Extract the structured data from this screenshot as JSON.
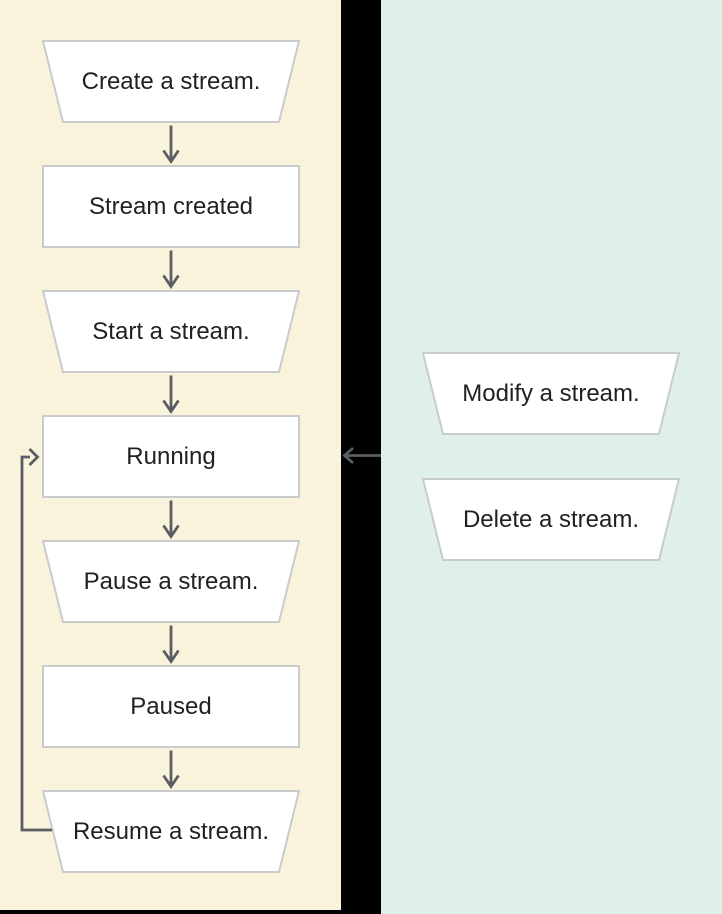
{
  "diagram": {
    "description": "Stream lifecycle flowchart",
    "left_panel": {
      "nodes": [
        {
          "id": "create",
          "shape": "trapezoid",
          "label": "Create a stream."
        },
        {
          "id": "created",
          "shape": "rect",
          "label": "Stream created"
        },
        {
          "id": "start",
          "shape": "trapezoid",
          "label": "Start a stream."
        },
        {
          "id": "running",
          "shape": "rect",
          "label": "Running"
        },
        {
          "id": "pause",
          "shape": "trapezoid",
          "label": "Pause a stream."
        },
        {
          "id": "paused",
          "shape": "rect",
          "label": "Paused"
        },
        {
          "id": "resume",
          "shape": "trapezoid",
          "label": "Resume a stream."
        }
      ]
    },
    "right_panel": {
      "nodes": [
        {
          "id": "modify",
          "shape": "trapezoid",
          "label": "Modify a stream."
        },
        {
          "id": "delete",
          "shape": "trapezoid",
          "label": "Delete a stream."
        }
      ]
    },
    "connectors": {
      "down_arrows": [
        {
          "from": "Create a stream.",
          "to": "Stream created"
        },
        {
          "from": "Stream created",
          "to": "Start a stream."
        },
        {
          "from": "Start a stream.",
          "to": "Running"
        },
        {
          "from": "Running",
          "to": "Pause a stream."
        },
        {
          "from": "Pause a stream.",
          "to": "Paused"
        },
        {
          "from": "Paused",
          "to": "Resume a stream."
        }
      ],
      "loopback_arrow": {
        "from": "Resume a stream.",
        "to": "Running"
      },
      "side_arrow": {
        "from": "right-panel",
        "to": "Running"
      }
    }
  },
  "colors": {
    "canvas_bg": "#000000",
    "left_panel_bg": "#FAF3DC",
    "right_panel_bg": "#DFF0E8",
    "node_fill": "#FFFFFF",
    "node_border": "#C9CBCD",
    "arrow": "#5A5E63",
    "text": "#212124"
  }
}
